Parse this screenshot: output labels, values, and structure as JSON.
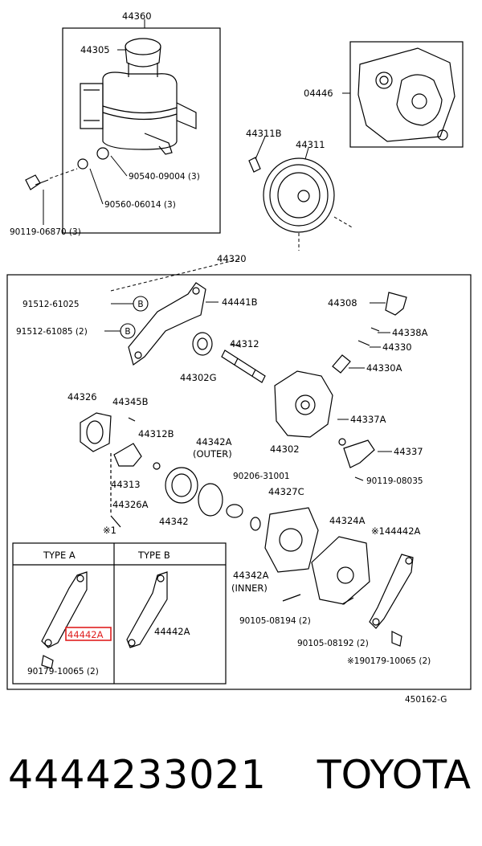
{
  "diagram": {
    "reference_code": "450162-G",
    "labels": {
      "p44360": "44360",
      "p44305": "44305",
      "p90540": "90540-09004 (3)",
      "p90560": "90560-06014 (3)",
      "p90119a": "90119-06870 (3)",
      "p04446": "04446",
      "p44311b": "44311B",
      "p44311": "44311",
      "p44320": "44320",
      "p91512a": "91512-61025",
      "p91512b": "91512-61085 (2)",
      "p44441b": "44441B",
      "p44302g": "44302G",
      "p44312": "44312",
      "p44308": "44308",
      "p44338a": "44338A",
      "p44330": "44330",
      "p44330a": "44330A",
      "p44302": "44302",
      "p44337a": "44337A",
      "p44337": "44337",
      "p90119b": "90119-08035",
      "p44326": "44326",
      "p44345b": "44345B",
      "p44312b": "44312B",
      "p44342a_outer": "44342A",
      "outer": "(OUTER)",
      "p44313": "44313",
      "p44326a": "44326A",
      "note1": "※1",
      "p44342": "44342",
      "p90206": "90206-31001",
      "p44327c": "44327C",
      "p44324a": "44324A",
      "p144442a": "※144442A",
      "p44342a_inner": "44342A",
      "inner": "(INNER)",
      "p90105a": "90105-08194 (2)",
      "p90105b": "90105-08192 (2)",
      "p190179": "※190179-10065 (2)",
      "type_a": "TYPE  A",
      "type_b": "TYPE  B",
      "p44442a_a": "44442A",
      "p44442a_b": "44442A",
      "p90179": "90179-10065 (2)",
      "b_marker": "B"
    },
    "highlight_color": "#e02020"
  },
  "footer": {
    "part_number": "4444233021",
    "brand": "TOYOTA"
  }
}
